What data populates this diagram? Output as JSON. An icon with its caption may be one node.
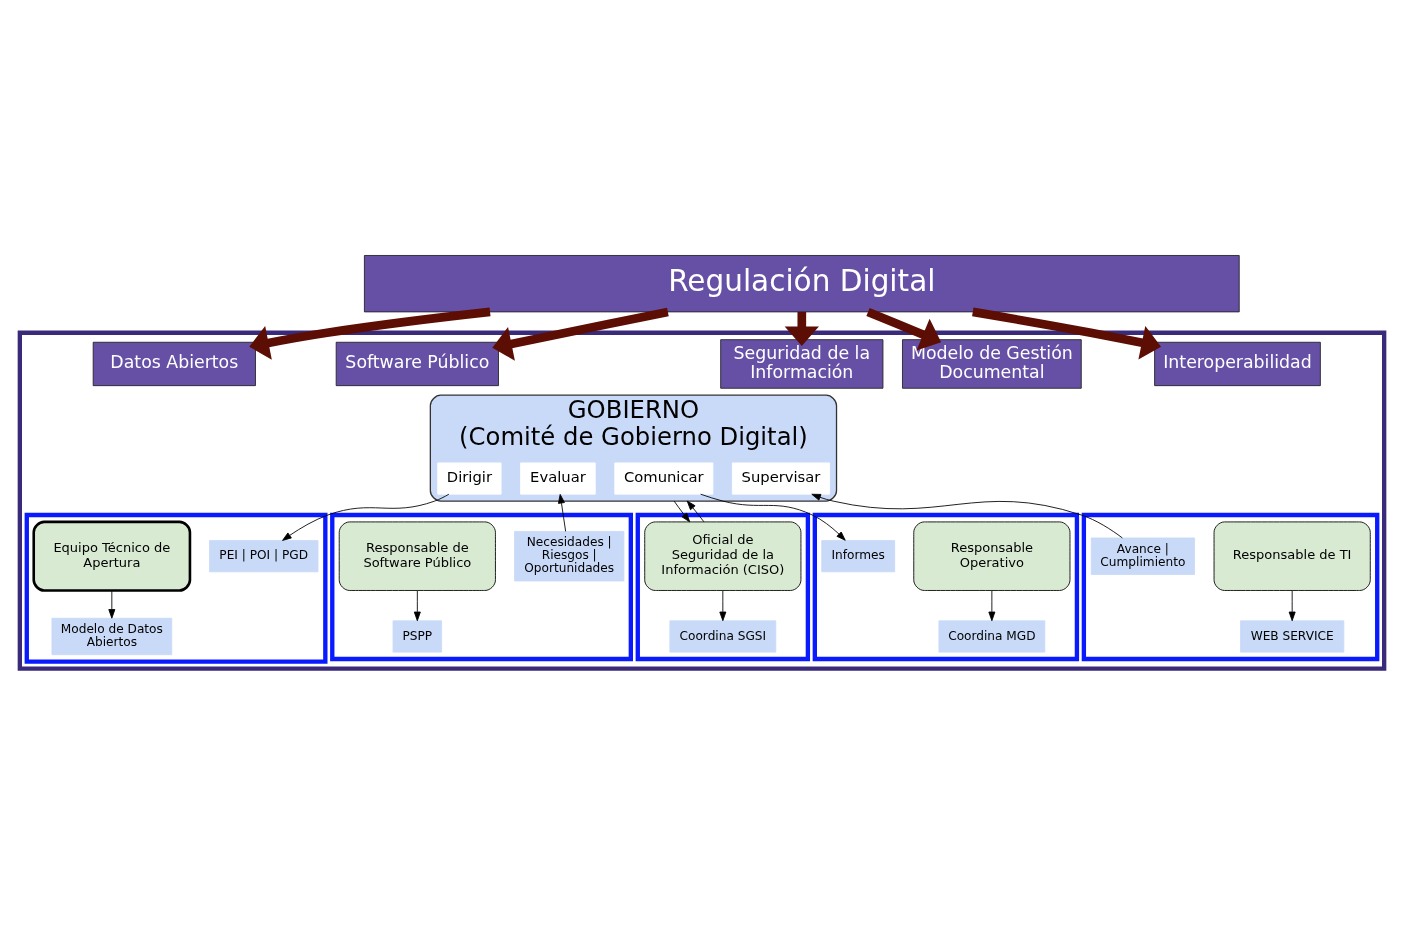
{
  "diagram": {
    "nodes": [
      {
        "text": [
          "Regulación Digital"
        ]
      },
      {
        "text": [],
        "shape": "box"
      },
      {
        "text": [
          "Datos Abiertos"
        ],
        "in": 1
      },
      {
        "text": [
          "Software Público"
        ],
        "in": 1
      },
      {
        "text": [
          "Seguridad de la Información"
        ],
        "in": 1
      },
      {
        "text": [
          "Modelo de Gestión Documental"
        ],
        "in": 1
      },
      {
        "text": [
          "Interoperabilidad"
        ],
        "in": 1
      },
      {
        "text": [],
        "shape": "box",
        "in": 1
      },
      {
        "text": [],
        "shape": "box",
        "in": 1
      },
      {
        "text": [],
        "shape": "box",
        "in": 1
      },
      {
        "text": [],
        "shape": "box",
        "in": 1
      },
      {
        "text": [],
        "shape": "box",
        "in": 1
      },
      {
        "text": [
          "GOBIERNO",
          "(Comité de Gobierno Digital)"
        ],
        "in": 1
      },
      {
        "text": [
          "Evaluar"
        ],
        "in": 12
      },
      {
        "text": [
          "Comunicar"
        ],
        "in": 12
      },
      {
        "text": [
          "Dirigir"
        ],
        "in": 12
      },
      {
        "text": [
          "Supervisar"
        ],
        "in": 12
      },
      {
        "text": [
          "PEI | POI | PGD"
        ],
        "in": 7
      },
      {
        "text": [
          "Necesidades | Riesgos | Oportunidades"
        ],
        "in": 8
      },
      {
        "text": [
          "Informes"
        ],
        "in": 10
      },
      {
        "text": [
          "Avance | Cumplimiento"
        ],
        "in": 11
      },
      {
        "text": [
          "Equipo Técnico de Apertura"
        ],
        "in": 7
      },
      {
        "text": [
          "Responsable de Software Público"
        ],
        "in": 8
      },
      {
        "text": [
          "Oficial de Seguridad de la Información (CISO)"
        ],
        "in": 9
      },
      {
        "text": [
          "Responsable Operativo"
        ],
        "in": 10
      },
      {
        "text": [
          "Responsable de TI"
        ],
        "in": 11
      },
      {
        "text": [
          "Modelo de Datos Abiertos"
        ],
        "in": 7
      },
      {
        "text": [
          "PSPP"
        ],
        "in": 8
      },
      {
        "text": [
          "Coordina SGSI"
        ],
        "in": 9
      },
      {
        "text": [
          "Coordina MGD"
        ],
        "in": 10
      },
      {
        "text": [
          "WEB SERVICE"
        ],
        "in": 11
      }
    ],
    "edges": [
      {
        "from": 0,
        "to": 2,
        "arrow": "to",
        "style": "thick",
        "color": "#5c0e04"
      },
      {
        "from": 0,
        "to": 3,
        "arrow": "to",
        "style": "thick",
        "color": "#5c0e04"
      },
      {
        "from": 0,
        "to": 4,
        "arrow": "to",
        "style": "thick",
        "color": "#5c0e04"
      },
      {
        "from": 0,
        "to": 5,
        "arrow": "to",
        "style": "thick",
        "color": "#5c0e04"
      },
      {
        "from": 0,
        "to": 6,
        "arrow": "to",
        "style": "thick",
        "color": "#5c0e04"
      },
      {
        "from": 15,
        "to": 17,
        "arrow": "to"
      },
      {
        "from": 18,
        "to": 13,
        "arrow": "to"
      },
      {
        "from": 14,
        "to": 19,
        "arrow": "to"
      },
      {
        "from": 20,
        "to": 16,
        "arrow": "to"
      },
      {
        "from": 12,
        "to": 23,
        "arrow": "to"
      },
      {
        "from": 23,
        "to": 12,
        "arrow": "to"
      },
      {
        "from": 21,
        "to": 26,
        "arrow": "to"
      },
      {
        "from": 22,
        "to": 27,
        "arrow": "to"
      },
      {
        "from": 23,
        "to": 28,
        "arrow": "to"
      },
      {
        "from": 24,
        "to": 29,
        "arrow": "to"
      },
      {
        "from": 25,
        "to": 30,
        "arrow": "to"
      }
    ]
  }
}
